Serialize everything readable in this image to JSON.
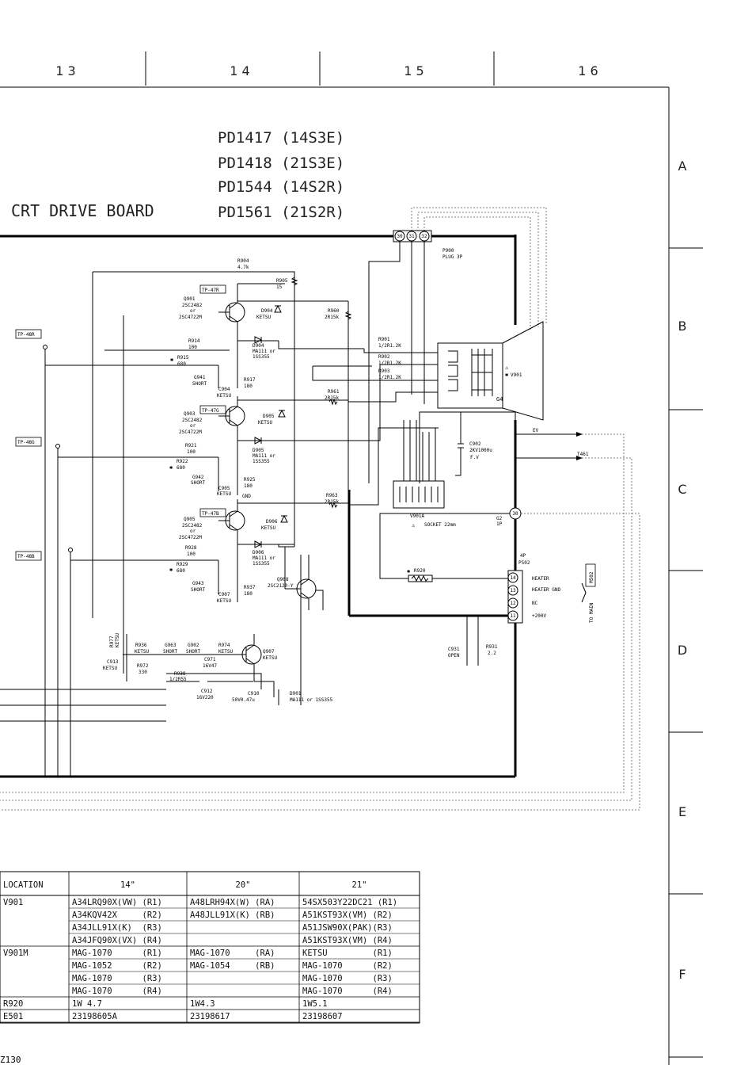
{
  "grid": {
    "columns": [
      "1 3",
      "1 4",
      "1 5",
      "1 6"
    ],
    "rows": [
      "A",
      "B",
      "C",
      "D",
      "E",
      "F"
    ]
  },
  "title": {
    "board": "CRT DRIVE BOARD",
    "models": [
      "PD1417 (14S3E)",
      "PD1418 (21S3E)",
      "PD1544 (14S2R)",
      "PD1561 (21S2R)"
    ]
  },
  "test_points": [
    "TP-48R",
    "TP-48G",
    "TP-48B",
    "TP-47R",
    "TP-47G",
    "TP-47B"
  ],
  "components": {
    "r904": [
      "R904",
      "4.7k"
    ],
    "r905": [
      "R905",
      "15"
    ],
    "r960": [
      "R960",
      "2R15k"
    ],
    "q901": [
      "Q901",
      "2SC2482",
      "or",
      "2SC4722M"
    ],
    "d904a": [
      "D904",
      "KETSU"
    ],
    "d904b": [
      "D904",
      "MA111 or",
      "1SS355"
    ],
    "r914": [
      "R914",
      "100"
    ],
    "r915": [
      "R915",
      "680"
    ],
    "g941": [
      "G941",
      "SHORT"
    ],
    "c904": [
      "C904",
      "KETSU"
    ],
    "r917": [
      "R917",
      "180"
    ],
    "q903": [
      "Q903",
      "2SC2482",
      "or",
      "2SC4722M"
    ],
    "d905a": [
      "D905",
      "KETSU"
    ],
    "d905b": [
      "D905",
      "MA111 or",
      "1SS355"
    ],
    "r921": [
      "R921",
      "100"
    ],
    "r922": [
      "R922",
      "680"
    ],
    "g942": [
      "G942",
      "SHORT"
    ],
    "c905": [
      "C905",
      "KETSU"
    ],
    "r925": [
      "R925",
      "180"
    ],
    "gnd": "GND",
    "q905": [
      "Q905",
      "2SC2482",
      "or",
      "2SC4722M"
    ],
    "d906a": [
      "D906",
      "KETSU"
    ],
    "d906b": [
      "D906",
      "MA111 or",
      "1SS355"
    ],
    "r928": [
      "R928",
      "100"
    ],
    "r929": [
      "R929",
      "680"
    ],
    "g943": [
      "G943",
      "SHORT"
    ],
    "c907": [
      "C907",
      "KETSU"
    ],
    "r937": [
      "R937",
      "180"
    ],
    "q908": [
      "Q908",
      "2SC2120-Y"
    ],
    "r977": [
      "R977",
      "KETSU"
    ],
    "r936": [
      "R936",
      "KETSU"
    ],
    "g963": [
      "G963",
      "SHORT"
    ],
    "g902": [
      "G902",
      "SHORT"
    ],
    "r974": [
      "R974",
      "KETSU"
    ],
    "q907": [
      "Q907",
      "KETSU"
    ],
    "c913": [
      "C913",
      "KETSU"
    ],
    "r972": [
      "R972",
      "330"
    ],
    "c971": [
      "C971",
      "16V47"
    ],
    "r938": [
      "R938",
      "1/2R55"
    ],
    "c912": [
      "C912",
      "16V220"
    ],
    "c910": [
      "C910",
      "50V0.47u"
    ],
    "d901": [
      "D901",
      "MA111 or 1SS355"
    ],
    "p900": [
      "P900",
      "PLUG 3P"
    ],
    "r901": [
      "R901",
      "1/2R1.2K"
    ],
    "r902": [
      "R902",
      "1/2R1.2K"
    ],
    "r903": [
      "R903",
      "1/2R1.2K"
    ],
    "r961": [
      "R961",
      "2R15k"
    ],
    "r963": [
      "R963",
      "2R15k"
    ],
    "v901": "V901",
    "g4": "G4",
    "c902": [
      "C902",
      "2KV1000u",
      "F.V"
    ],
    "v901a": [
      "V901A",
      "SOCKET 22mm"
    ],
    "g2": [
      "G2",
      "1P"
    ],
    "ev": "EV",
    "t461": "T461",
    "p502": [
      "4P",
      "P502"
    ],
    "r920": "R920",
    "pins": [
      {
        "num": "14",
        "label": "HEATER"
      },
      {
        "num": "13",
        "label": "HEATER GND"
      },
      {
        "num": "12",
        "label": "NC"
      },
      {
        "num": "11",
        "label": "+200V"
      }
    ],
    "m502": "M502",
    "to_main": "TO MAIN",
    "c931": [
      "C931",
      "OPEN"
    ],
    "r931": [
      "R931",
      "2.2"
    ],
    "connectors": [
      "30",
      "31",
      "32"
    ],
    "g2_pin": "30"
  },
  "table": {
    "headers": [
      "LOCATION",
      "14\"",
      "20\"",
      "21\""
    ],
    "rows": [
      [
        "V901",
        "A34LRQ90X(VW) (R1)",
        "A48LRH94X(W) (RA)",
        "54SX503Y22DC21 (R1)"
      ],
      [
        "",
        "A34KQV42X     (R2)",
        "A48JLL91X(K) (RB)",
        "A51KST93X(VM) (R2)"
      ],
      [
        "",
        "A34JLL91X(K)  (R3)",
        "",
        "A51JSW90X(PAK)(R3)"
      ],
      [
        "",
        "A34JFQ90X(VX) (R4)",
        "",
        "A51KST93X(VM) (R4)"
      ],
      [
        "V901M",
        "MAG-1070      (R1)",
        "MAG-1070     (RA)",
        "KETSU         (R1)"
      ],
      [
        "",
        "MAG-1052      (R2)",
        "MAG-1054     (RB)",
        "MAG-1070      (R2)"
      ],
      [
        "",
        "MAG-1070      (R3)",
        "",
        "MAG-1070      (R3)"
      ],
      [
        "",
        "MAG-1070      (R4)",
        "",
        "MAG-1070      (R4)"
      ],
      [
        "R920",
        "1W 4.7",
        "1W4.3",
        "1W5.1"
      ],
      [
        "E501",
        "23198605A",
        "23198617",
        "23198607"
      ]
    ]
  },
  "footer_fragment": "Z130"
}
